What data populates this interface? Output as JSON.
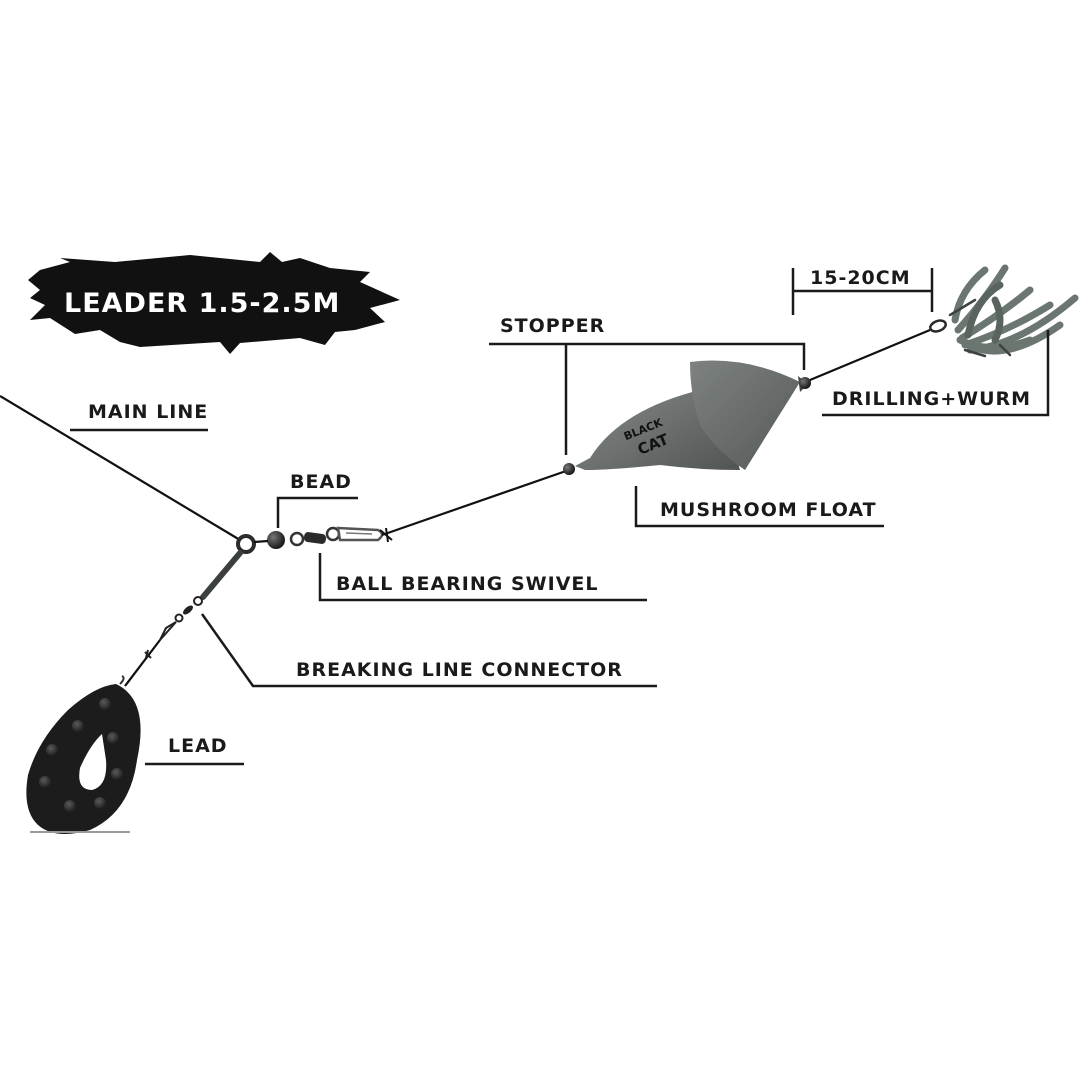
{
  "banner": {
    "text": "LEADER 1.5-2.5M"
  },
  "labels": {
    "main_line": "MAIN LINE",
    "bead": "BEAD",
    "ball_bearing_swivel": "BALL BEARING SWIVEL",
    "breaking_line_connector": "BREAKING LINE CONNECTOR",
    "lead": "LEAD",
    "stopper": "STOPPER",
    "mushroom_float": "MUSHROOM FLOAT",
    "distance": "15-20CM",
    "hook_worm": "DRILLING+WURM"
  },
  "float_logo": {
    "line1": "BLACK",
    "line2": "CAT"
  },
  "colors": {
    "ink": "#1a1a1a",
    "float_gray": "#6e7270",
    "worm_gray": "#6b7671",
    "lead_black": "#1c1c1c",
    "background": "#ffffff"
  }
}
